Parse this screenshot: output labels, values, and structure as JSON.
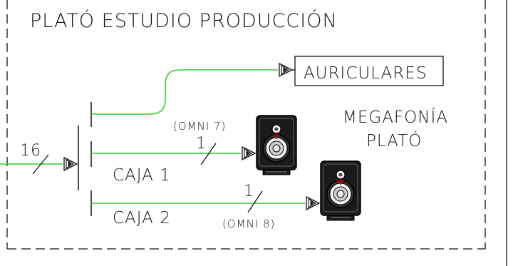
{
  "diagram": {
    "title": "PLATÓ ESTUDIO PRODUCCIÓN",
    "input_count": "16",
    "outputs": {
      "headphones": {
        "label": "AURICULARES"
      },
      "box1": {
        "label": "CAJA 1",
        "count": "1",
        "note": "(OMNI 7)"
      },
      "box2": {
        "label": "CAJA 2",
        "count": "1",
        "note": "(OMNI 8)"
      }
    },
    "zone_label_line1": "MEGAFONÍA",
    "zone_label_line2": "PLATÓ"
  },
  "colors": {
    "line_green": "#33cc33",
    "ink": "#111111",
    "speaker_body": "#1a1a1a",
    "speaker_accent": "#cc0000"
  },
  "icons": {
    "arrow": "signal-arrow-icon",
    "speaker": "speaker-icon"
  }
}
